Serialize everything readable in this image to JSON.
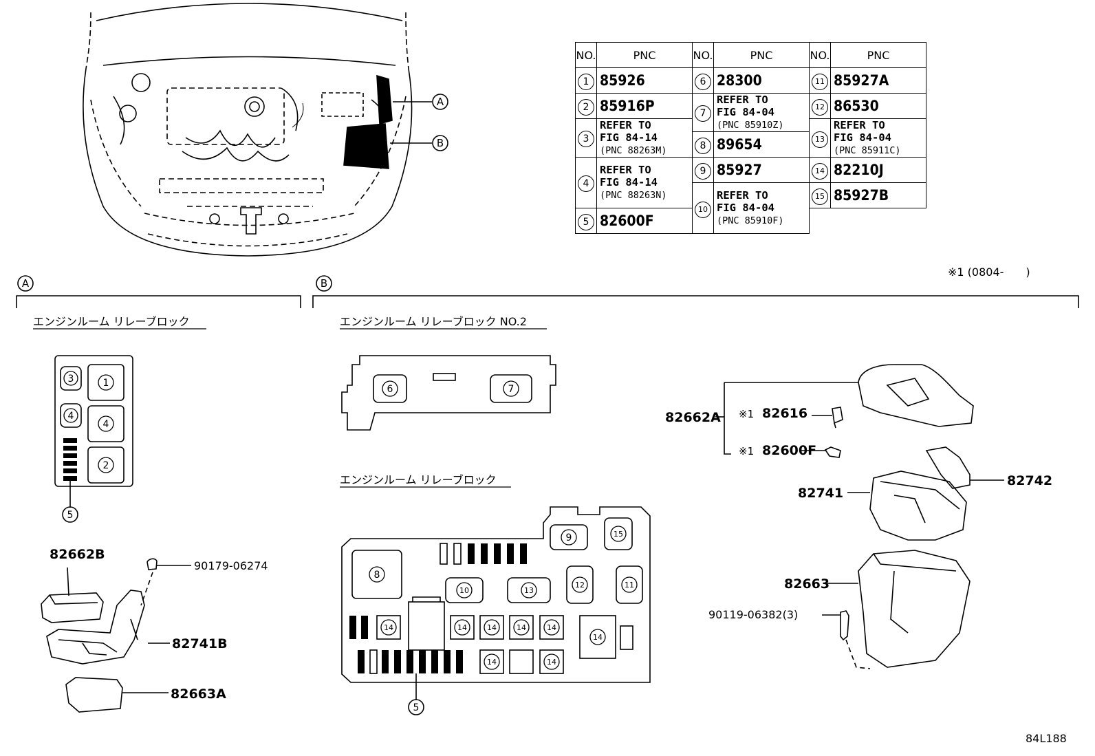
{
  "table": {
    "headers": {
      "no": "NO.",
      "pnc": "PNC"
    },
    "rows": [
      {
        "no": "1",
        "pnc": "85926"
      },
      {
        "no": "2",
        "pnc": "85916P"
      },
      {
        "no": "3",
        "line1": "REFER TO",
        "line2": "FIG 84-14",
        "line3": "(PNC 88263M)"
      },
      {
        "no": "4",
        "line1": "REFER TO",
        "line2": "FIG 84-14",
        "line3": "(PNC 88263N)"
      },
      {
        "no": "5",
        "pnc": "82600F"
      },
      {
        "no": "6",
        "pnc": "28300"
      },
      {
        "no": "7",
        "line1": "REFER TO",
        "line2": "FIG 84-04",
        "line3": "(PNC 85910Z)"
      },
      {
        "no": "8",
        "pnc": "89654"
      },
      {
        "no": "9",
        "pnc": "85927"
      },
      {
        "no": "10",
        "line1": "REFER TO",
        "line2": "FIG 84-04",
        "line3": "(PNC 85910F)"
      },
      {
        "no": "11",
        "pnc": "85927A"
      },
      {
        "no": "12",
        "pnc": "86530"
      },
      {
        "no": "13",
        "line1": "REFER TO",
        "line2": "FIG 84-04",
        "line3": "(PNC 85911C)"
      },
      {
        "no": "14",
        "pnc": "82210J"
      },
      {
        "no": "15",
        "pnc": "85927B"
      }
    ]
  },
  "footnote": "※1 (0804-　　)",
  "section_a": {
    "marker": "A",
    "title": "エンジンルーム リレーブロック",
    "parts": {
      "cover": "82662B",
      "clip": "90179-06274",
      "block": "82741B",
      "lower_cover": "82663A"
    }
  },
  "section_b": {
    "marker": "B",
    "title_no2": "エンジンルーム リレーブロック NO.2",
    "title_main": "エンジンルーム リレーブロック",
    "parts": {
      "cover": "82662A",
      "note_mark": "※1",
      "part_82616": "82616",
      "part_82600f": "82600F",
      "part_82742": "82742",
      "part_82741": "82741",
      "part_82663": "82663",
      "bolt": "90119-06382(3)"
    }
  },
  "callouts": {
    "a": "A",
    "b": "B"
  },
  "figure_id": "84L188"
}
